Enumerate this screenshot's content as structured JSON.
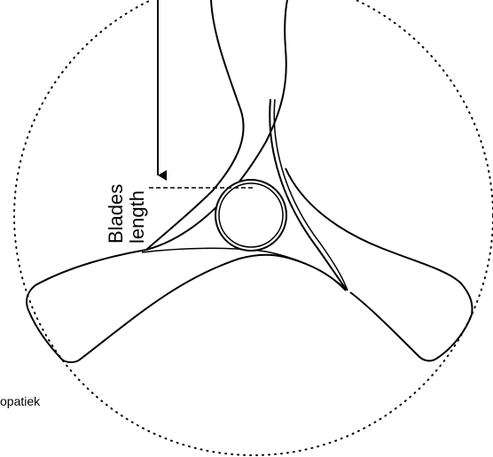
{
  "diagram": {
    "label_line1": "Blades",
    "label_line2": "length"
  },
  "watermark": {
    "text": "opatiek"
  },
  "colors": {
    "stroke": "#000000",
    "background": "#ffffff"
  }
}
